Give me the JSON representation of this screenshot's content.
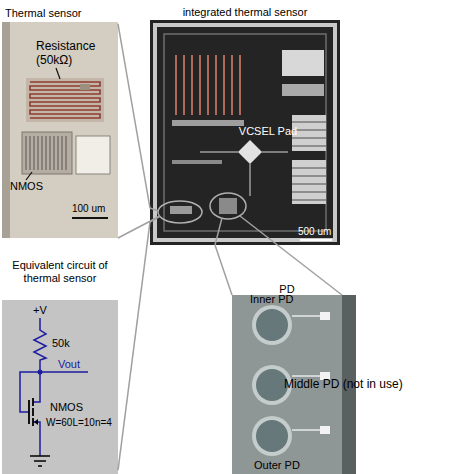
{
  "diagram": {
    "nodes": [
      {
        "text": [
          "Thermal sensor"
        ]
      },
      {
        "text": [
          "integrated thermal sensor"
        ]
      },
      {
        "text": [
          "Equivalent circuit of thermal sensor"
        ]
      },
      {
        "text": [
          "PD"
        ]
      }
    ],
    "edges": [
      {
        "from": 1,
        "to": 0,
        "arrow": "none"
      },
      {
        "from": 1,
        "to": 2,
        "arrow": "none"
      },
      {
        "from": 1,
        "to": 3,
        "arrow": "none"
      }
    ],
    "labels": [
      "Resistance (50kΩ)",
      "NMOS",
      "100 um",
      "VCSEL Pad",
      "500 um",
      "+V",
      "50k",
      "Vout",
      "NMOS",
      "W=60L=10n=4",
      "Inner PD",
      "Middle PD (not in use)",
      "Outer PD"
    ]
  }
}
